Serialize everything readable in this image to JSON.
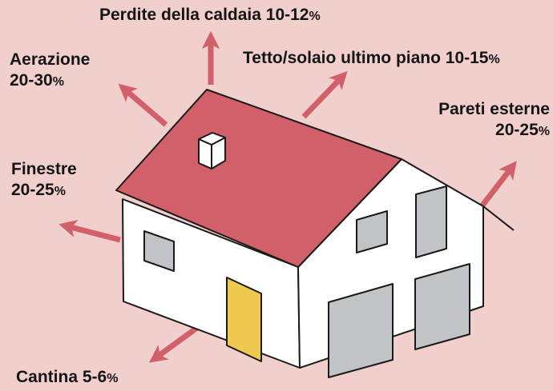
{
  "colors": {
    "background": "#f1cfcd",
    "arrow": "#d2606a",
    "roof": "#d2606a",
    "wall": "#ffffff",
    "window": "#c2c3c6",
    "door": "#efc84e",
    "outline": "#1a1a1a"
  },
  "labels": {
    "caldaia": {
      "name": "Perdite della caldaia",
      "range": "10-12",
      "unit": "%"
    },
    "aerazione": {
      "name": "Aerazione",
      "range": "20-30",
      "unit": "%"
    },
    "tetto": {
      "name": "Tetto/solaio ultimo piano",
      "range": "10-15",
      "unit": "%"
    },
    "pareti": {
      "name": "Pareti esterne",
      "range": "20-25",
      "unit": "%"
    },
    "finestre": {
      "name": "Finestre",
      "range": "20-25",
      "unit": "%"
    },
    "cantina": {
      "name": "Cantina",
      "range": "5-6",
      "unit": "%"
    }
  }
}
